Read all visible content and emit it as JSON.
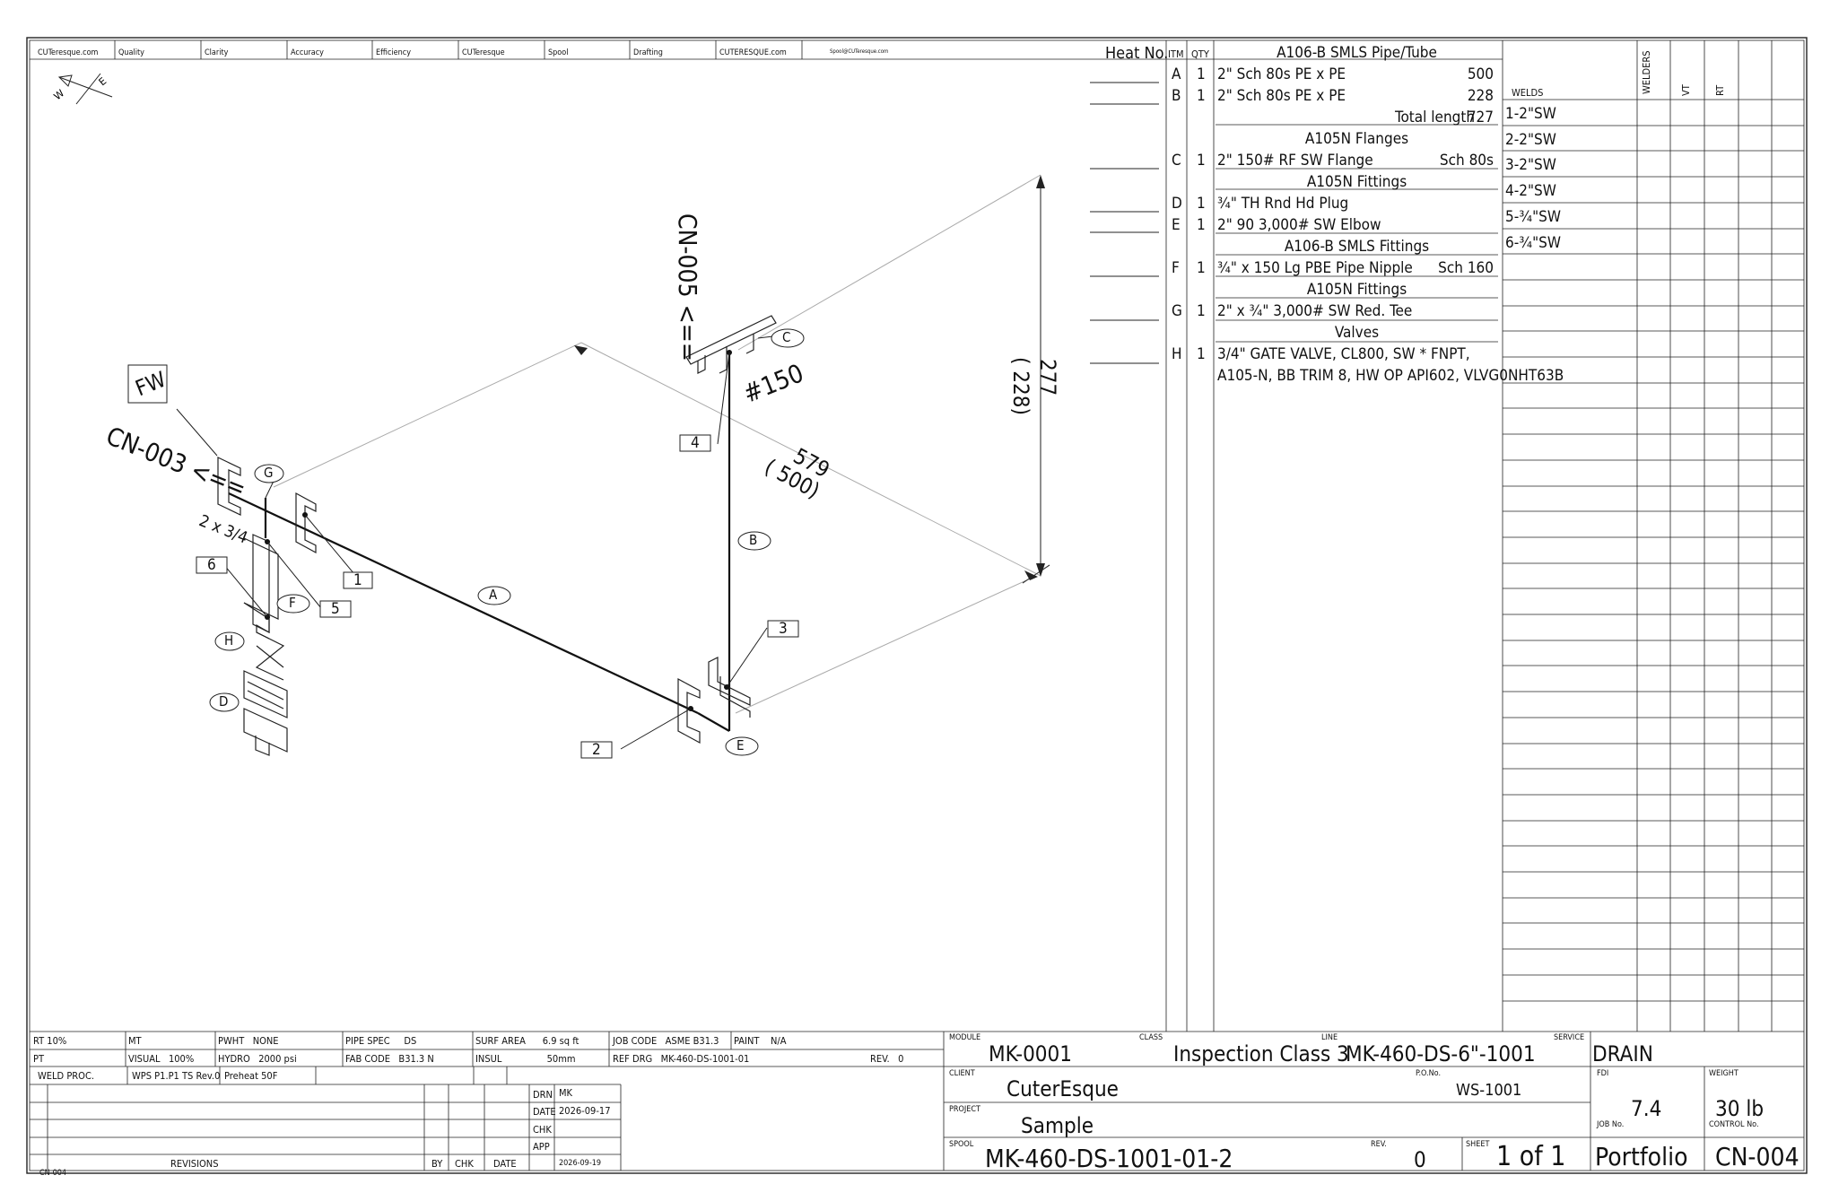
{
  "header_tags": [
    "CUTeresque.com",
    "Quality",
    "Clarity",
    "Accuracy",
    "Efficiency",
    "CUTeresque",
    "Spool",
    "Drafting",
    "CUTERESQUE.com",
    "Spool@CUTeresque.com"
  ],
  "heat_no_label": "Heat No.",
  "bom": {
    "col_item": "ITM",
    "col_qty": "QTY",
    "rows": [
      {
        "type": "header",
        "desc": "A106-B SMLS Pipe/Tube"
      },
      {
        "type": "item",
        "item": "A",
        "qty": "1",
        "desc": "2\" Sch 80s PE x PE",
        "right": "500"
      },
      {
        "type": "item",
        "item": "B",
        "qty": "1",
        "desc": "2\" Sch 80s PE x PE",
        "right": "228"
      },
      {
        "type": "total",
        "desc": "Total length",
        "right": "727"
      },
      {
        "type": "header",
        "desc": "A105N Flanges"
      },
      {
        "type": "item",
        "item": "C",
        "qty": "1",
        "desc": "2\" 150# RF SW Flange",
        "right": "Sch 80s"
      },
      {
        "type": "header",
        "desc": "A105N Fittings"
      },
      {
        "type": "item",
        "item": "D",
        "qty": "1",
        "desc": "¾\"  TH Rnd Hd Plug",
        "right": ""
      },
      {
        "type": "item",
        "item": "E",
        "qty": "1",
        "desc": "2\" 90 3,000# SW Elbow",
        "right": ""
      },
      {
        "type": "header",
        "desc": "A106-B SMLS Fittings"
      },
      {
        "type": "item",
        "item": "F",
        "qty": "1",
        "desc": "¾\" x 150 Lg PBE Pipe Nipple",
        "right": "Sch 160"
      },
      {
        "type": "header",
        "desc": "A105N Fittings"
      },
      {
        "type": "item",
        "item": "G",
        "qty": "1",
        "desc": "2\" x ¾\"  3,000# SW Red. Tee",
        "right": ""
      },
      {
        "type": "header",
        "desc": "Valves"
      },
      {
        "type": "item",
        "item": "H",
        "qty": "1",
        "desc": "3/4\" GATE VALVE, CL800, SW * FNPT,",
        "right": ""
      },
      {
        "type": "cont",
        "desc": "A105-N, BB TRIM 8, HW OP API602, VLVG0NHT63B",
        "right": ""
      }
    ]
  },
  "welds": {
    "col_welds": "WELDS",
    "col_welders": "WELDERS",
    "col_vt": "VT",
    "col_rt": "RT",
    "items": [
      "1-2\"SW",
      "2-2\"SW",
      "3-2\"SW",
      "4-2\"SW",
      "5-¾\"SW",
      "6-¾\"SW"
    ]
  },
  "drawing": {
    "fw": "FW",
    "cn003": "CN-003 <==",
    "cn005": "CN-005 <==",
    "size_note": "2 x 3/4",
    "flange_rating": "#150",
    "dim_579": "579",
    "dim_500": "( 500)",
    "dim_277": "277",
    "dim_228": "( 228)",
    "weld_tags": [
      "1",
      "2",
      "3",
      "4",
      "5",
      "6"
    ],
    "item_tags": [
      "A",
      "B",
      "C",
      "D",
      "E",
      "F",
      "G",
      "H"
    ]
  },
  "inspection": {
    "rows": [
      [
        {
          "k": "RT",
          "v": "10%"
        },
        {
          "k": "MT",
          "v": ""
        },
        {
          "k": "PWHT",
          "v": "NONE"
        },
        {
          "k": "PIPE SPEC",
          "v": "DS"
        },
        {
          "k": "SURF AREA",
          "v": "6.9 sq ft"
        },
        {
          "k": "JOB CODE",
          "v": "ASME B31.3"
        },
        {
          "k": "PAINT",
          "v": "N/A"
        }
      ],
      [
        {
          "k": "PT",
          "v": ""
        },
        {
          "k": "VISUAL",
          "v": "100%"
        },
        {
          "k": "HYDRO",
          "v": "2000 psi"
        },
        {
          "k": "FAB CODE",
          "v": "B31.3 N"
        },
        {
          "k": "INSUL",
          "v": "50mm"
        },
        {
          "k": "REF DRG",
          "v": "MK-460-DS-1001-01"
        },
        {
          "k": "REV.",
          "v": "0"
        }
      ]
    ],
    "weld_proc_label": "WELD PROC.",
    "weld_proc": "WPS P1.P1 TS Rev.0",
    "preheat": "Preheat 50F"
  },
  "revisions": {
    "label": "REVISIONS",
    "by": "BY",
    "chk": "CHK",
    "date": "DATE",
    "drn_label": "DRN",
    "drn": "MK",
    "date_label": "DATE",
    "date_val": "2026-09-17",
    "chk_label": "CHK",
    "app_label": "APP",
    "app_date": "2026-09-19"
  },
  "title_block": {
    "module_label": "MODULE",
    "module": "MK-0001",
    "class_label": "CLASS",
    "class": "Inspection Class 3",
    "line_label": "LINE",
    "line": "MK-460-DS-6\"-1001",
    "service_label": "SERVICE",
    "service": "DRAIN",
    "client_label": "CLIENT",
    "client": "CuterEsque",
    "po_label": "P.O.No.",
    "po": "WS-1001",
    "fdi_label": "FDI",
    "fdi": "7.4",
    "weight_label": "WEIGHT",
    "weight": "30 lb",
    "project_label": "PROJECT",
    "project": "Sample",
    "job_label": "JOB No.",
    "job": "Portfolio",
    "control_label": "CONTROL No.",
    "control": "CN-004",
    "spool_label": "SPOOL",
    "spool": "MK-460-DS-1001-01-2",
    "rev_label": "REV.",
    "rev": "0",
    "sheet_label": "SHEET",
    "sheet": "1 of 1"
  },
  "footer_code": "CN-004"
}
